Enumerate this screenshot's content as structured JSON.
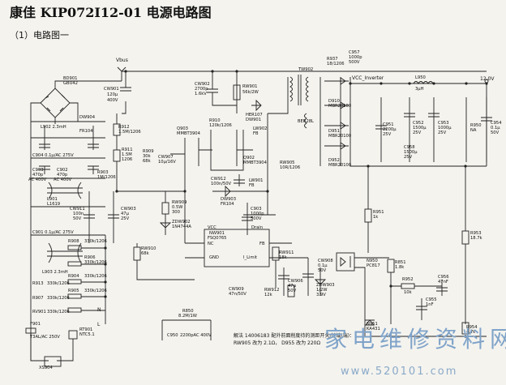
{
  "page": {
    "title": "康佳 KIP072I12-01 电源电路图",
    "subtitle": "（1）电路图一"
  },
  "power": {
    "vbus": "Vbus",
    "vcc_inverter": "VCC_Inverter",
    "out_12v": "12.0V"
  },
  "components": {
    "bd901": "BD901",
    "bd901_part": "GBU42",
    "dw904": "DW904",
    "dw904_part": "FR104",
    "l902": "L902 2.3mH",
    "cw901": "CW901",
    "cw901_val": "120μ",
    "cw901_v": "400V",
    "cw902": "CW902",
    "cw902_val": "2700p",
    "cw902_v": "1.6kV",
    "rw901": "RW901",
    "rw901_val": "56k/2W",
    "tw902": "TW902",
    "r937": "R937",
    "r937_val": "18/1206",
    "c957": "C957",
    "c957_val": "1000p",
    "c957_v": "500V",
    "d910": "D910",
    "d910_part": "MBR20100",
    "r910": "R910",
    "r910_val": "120k/1206",
    "q903": "Q903",
    "q903_part": "MMBT3904",
    "r912": "R912",
    "r912_val": "1.5M/1206",
    "r911": "R911",
    "r911_val": "1.5M",
    "r911_pkg": "1206",
    "r909": "R909",
    "r909_val": "30k",
    "r909_extra": "68k",
    "cw907": "CW907",
    "cw907_val": "10μ/16V",
    "r903": "R903",
    "r903_val": "1M/1206",
    "c904": "C904 0.1μ/AC 275V",
    "c903": "C903",
    "c903_val": "470p",
    "c903_v": "AC 400V",
    "c902": "C902",
    "c902_val": "470p",
    "c902_v": "AC 400V",
    "l901": "L901",
    "l901_val": "L1619",
    "herb": "HER107",
    "herb_part": "DW901",
    "lw902": "LW902",
    "lw902_val": "FB",
    "q902": "Q902",
    "q902_part": "MMBT3904",
    "rw905": "RW905",
    "rw905_val": "10R/1206",
    "ber28l": "BER28L",
    "cw912": "CW912",
    "cw912_val": "100n/50V",
    "lw901": "LW901",
    "lw901_val": "FB",
    "c951": "C951",
    "c951_val": "2200μ",
    "c951_v": "25V",
    "c952": "C952",
    "c952_val": "1500μ",
    "c952_v": "25V",
    "c953": "C953",
    "c953_val": "1000μ",
    "c953_v": "25V",
    "c958": "C958",
    "c958_val": "1500μ",
    "c958_v": "25V",
    "d951": "D951",
    "d951_part": "MBR20100",
    "d952": "D952",
    "d952_part": "MBR20100",
    "l950": "L950",
    "l950_val": "3μH",
    "r950": "R950",
    "r950_val": "NA",
    "c954": "C954",
    "c954_val": "0.1μ",
    "c954_v": "50V",
    "c901": "C901 0.1μ/AC 275V",
    "cw911": "CW911",
    "cw911_val": "100n",
    "cw911_v": "50V",
    "cw903": "CW903",
    "cw903_val": "47μ",
    "cw903_v": "25V",
    "rw909": "RW909",
    "rw909_val": "0.5W",
    "rw909_extra": "300",
    "zdw902": "ZDW902",
    "zdw902_part": "1N4744A",
    "dw903": "DW903",
    "dw903_part": "FR104",
    "c903b": "C903",
    "c903b_val": "1000p",
    "c903b_v": "500V",
    "r951": "R951",
    "r951_val": "1k",
    "r953": "R953",
    "r953_val": "18.7k",
    "r908": "R908",
    "r908_val": "330k/1206",
    "r906": "R906",
    "r906_val": "330k/1206",
    "l903": "L903 2.3mH",
    "nw901": "NW901",
    "nw901_part": "FSQ0765",
    "ic_vcc": "VCC",
    "ic_drain": "Drain",
    "ic_nc": "NC",
    "ic_fb": "FB",
    "ic_gnd": "GND",
    "ic_ilimit": "I_Limit",
    "rw910": "RW910",
    "rw910_val": "68k",
    "rw911": "RW911",
    "rw911_val": "18k",
    "cw908": "CW908",
    "cw908_val": "0.1μ",
    "cw908_v": "50V",
    "n950": "N950",
    "n950_part": "PC817",
    "r851": "R851",
    "r851_val": "1.8k",
    "r904": "R904",
    "r904_val": "330k/1206",
    "r905": "R905",
    "r905_val": "330k/1206",
    "r913": "R913",
    "r913_val": "330k/1206",
    "r907": "R907",
    "r907_val": "330k/1206",
    "rv901": "RV901",
    "rv901_val": "330k/1206",
    "cw906": "CW906",
    "cw906_val": "47μ",
    "cw906_v": "50V",
    "zdw903": "ZDW903",
    "zdw903_val": "1/2W",
    "zdw903_v": "3.9V",
    "cw909": "CW909",
    "cw909_val": "47n/50V",
    "rw912": "RW912",
    "rw912_val": "12k",
    "r952": "R952",
    "r952_val": "10k",
    "c956": "C956",
    "c956_val": "47nF",
    "c955": "C955",
    "c955_val": "1nF",
    "f901": "F901",
    "f901_val": "T3AL/AC 250V",
    "rt901": "RT901",
    "rt901_val": "NTC5.1",
    "r850": "R850",
    "r850_val": "8.2M/1W",
    "c950": "C950",
    "c950_val": "2200pAC 400V",
    "n951": "N951",
    "n951_part": "KA431",
    "r954": "R954",
    "r954_val": "4.7k",
    "xs904": "XS904",
    "n_label": "N",
    "l_label": "L"
  },
  "note": {
    "line1": "解法 14006183 配外前面削度待的测距开关/过端(端)：",
    "line2": "RW905 改为 2.1Ω， D955 改为 220Ω"
  },
  "watermark": {
    "text": "家电维修资料网",
    "url": "www.520101.com"
  }
}
